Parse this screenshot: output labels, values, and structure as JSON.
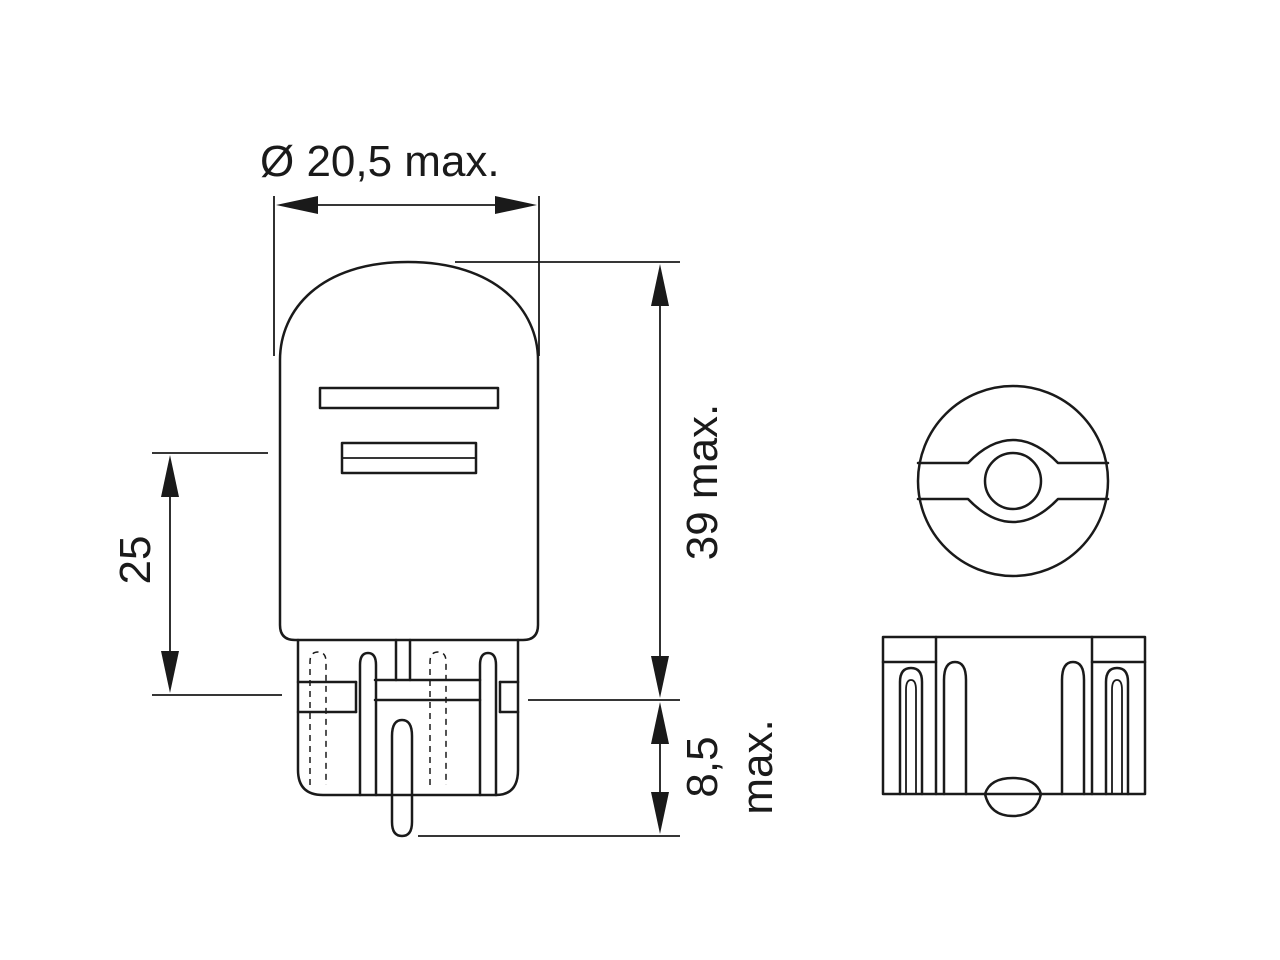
{
  "dimensions": {
    "diameter": "Ø 20,5 max.",
    "height_total": "39 max.",
    "height_body": "25",
    "height_base_value": "8,5",
    "height_base_suffix": "max."
  }
}
